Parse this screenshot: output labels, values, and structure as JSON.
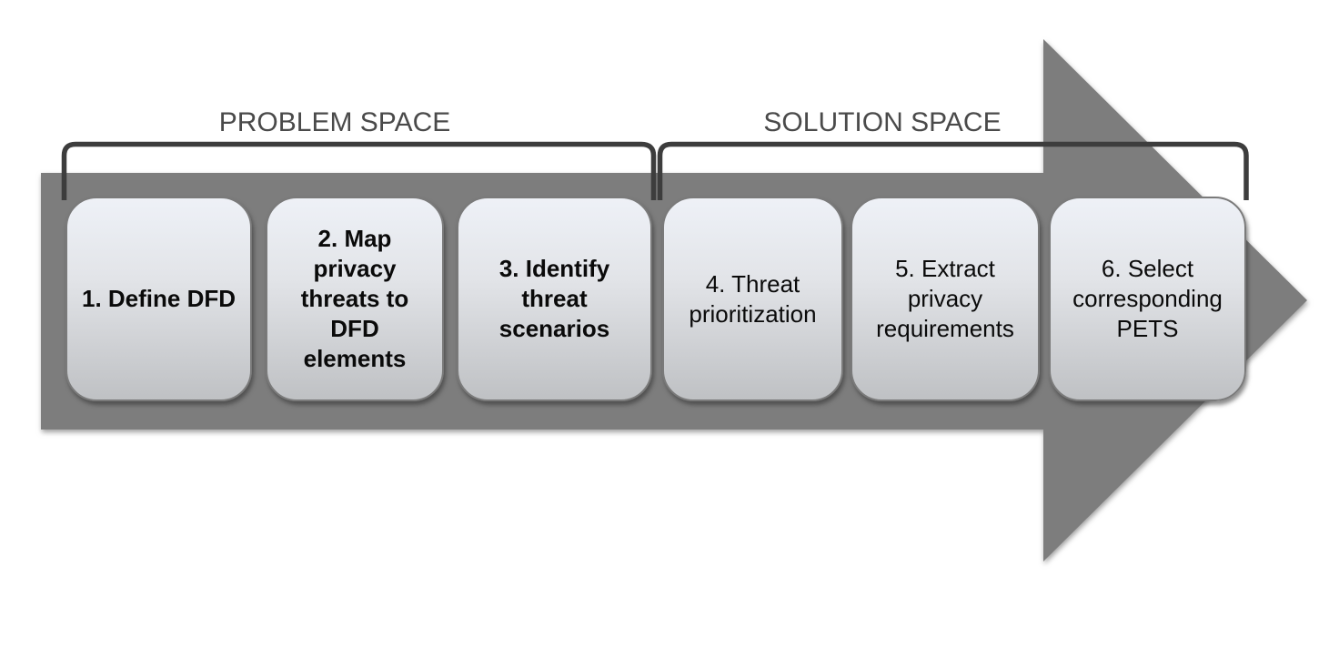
{
  "diagram": {
    "space_labels": {
      "problem": "PROBLEM SPACE",
      "solution": "SOLUTION SPACE"
    },
    "steps": [
      {
        "label": "1. Define DFD",
        "space": "problem"
      },
      {
        "label": "2. Map\nprivacy\nthreats to\nDFD\nelements",
        "space": "problem"
      },
      {
        "label": "3. Identify\nthreat\nscenarios",
        "space": "problem"
      },
      {
        "label": "4. Threat\nprioritization",
        "space": "solution"
      },
      {
        "label": "5. Extract\nprivacy\nrequirements",
        "space": "solution"
      },
      {
        "label": "6. Select\ncorresponding\nPETS",
        "space": "solution"
      }
    ],
    "colors": {
      "arrow": "#7d7d7d",
      "bracket": "#3d3d3d",
      "space_label_text": "#4a4a4a",
      "box_border": "#7a7a7a",
      "box_gradient_top": "#eef1f7",
      "box_gradient_bottom": "#bfc1c4",
      "step_text": "#0a0a0a"
    }
  }
}
